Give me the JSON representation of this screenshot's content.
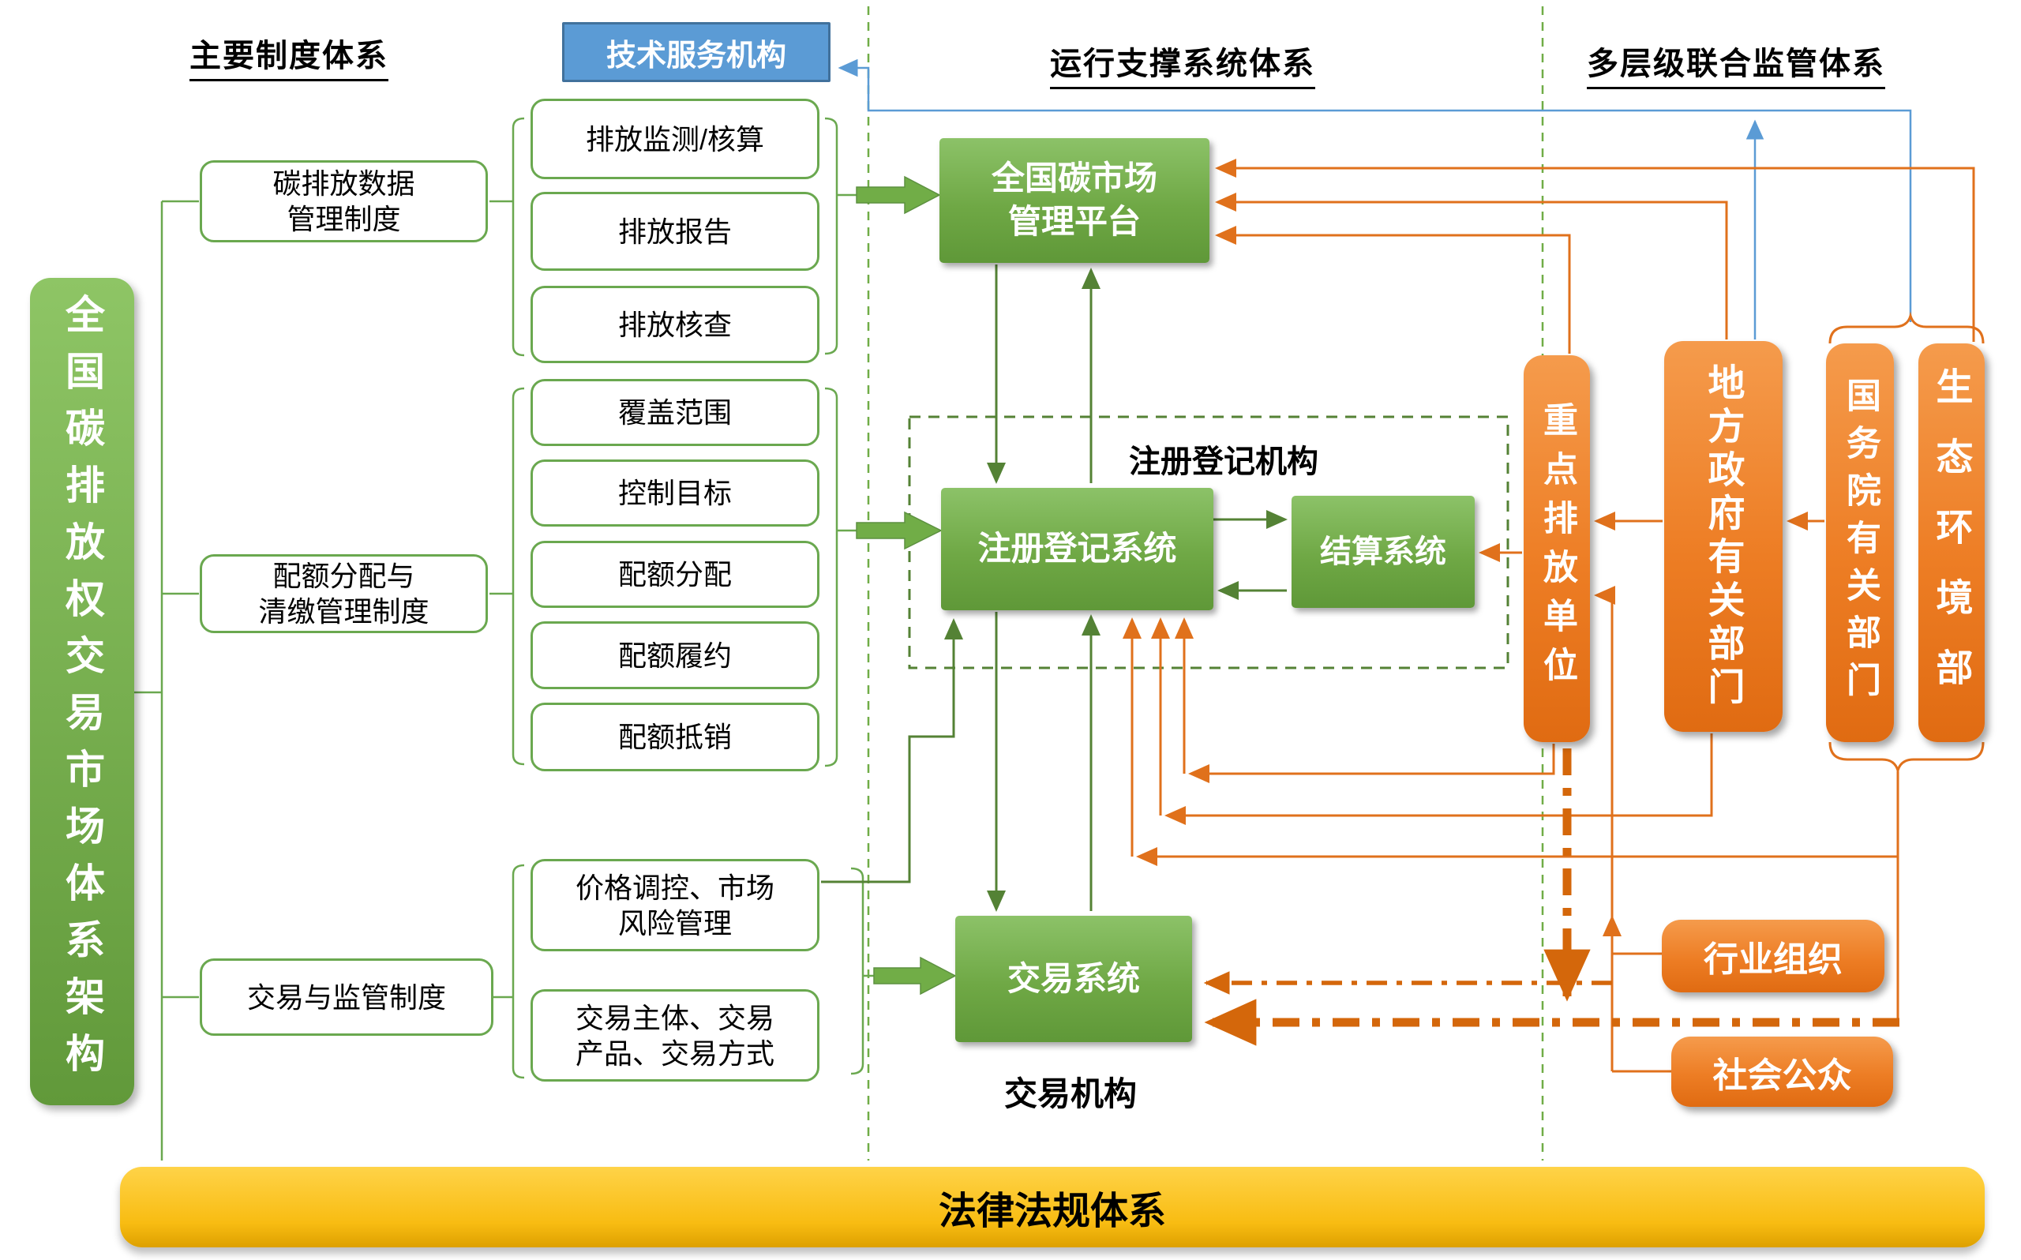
{
  "headers": {
    "institutions": "主要制度体系",
    "tech_service": "技术服务机构",
    "operation_support": "运行支撑系统体系",
    "joint_supervision": "多层级联合监管体系"
  },
  "left_bar": {
    "title": "全国碳排放权交易市场体系架构"
  },
  "institutions": [
    {
      "label": "碳排放数据\n管理制度"
    },
    {
      "label": "配额分配与\n清缴管理制度"
    },
    {
      "label": "交易与监管制度"
    }
  ],
  "elements": [
    {
      "label": "排放监测/核算"
    },
    {
      "label": "排放报告"
    },
    {
      "label": "排放核查"
    },
    {
      "label": "覆盖范围"
    },
    {
      "label": "控制目标"
    },
    {
      "label": "配额分配"
    },
    {
      "label": "配额履约"
    },
    {
      "label": "配额抵销"
    },
    {
      "label": "价格调控、市场\n风险管理"
    },
    {
      "label": "交易主体、交易\n产品、交易方式"
    }
  ],
  "systems": {
    "platform": "全国碳市场\n管理平台",
    "registry": "注册登记系统",
    "settlement": "结算系统",
    "trading": "交易系统",
    "registry_org_label": "注册登记机构",
    "trading_org_label": "交易机构"
  },
  "regulators": [
    {
      "label": "重点排放单位"
    },
    {
      "label": "地方政府有关部门"
    },
    {
      "label": "国务院有关部门"
    },
    {
      "label": "生态环境部"
    },
    {
      "label": "行业组织"
    },
    {
      "label": "社会公众"
    }
  ],
  "foundation": {
    "label": "法律法规体系"
  },
  "colors": {
    "green_dark": "#548235",
    "green_mid": "#6AA84F",
    "green_fill": "#71AD47",
    "orange": "#E0711C",
    "orange_thick": "#D4670B",
    "blue": "#5B9BD5",
    "yellow": "#F8BC12"
  }
}
